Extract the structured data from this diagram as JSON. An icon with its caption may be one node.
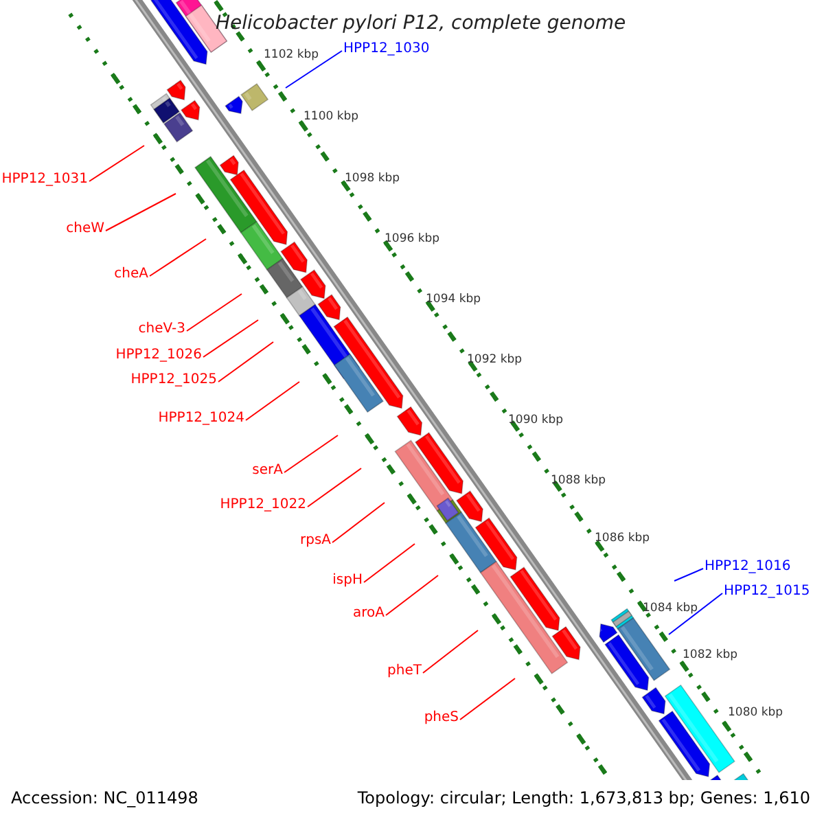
{
  "diagram": {
    "title": "Helicobacter pylori P12, complete genome",
    "nodes": [
      {
        "text": [
          "HPP12_1030"
        ]
      },
      {
        "text": [
          "HPP12_1031"
        ]
      },
      {
        "text": [
          "cheW"
        ]
      },
      {
        "text": [
          "cheA"
        ]
      },
      {
        "text": [
          "cheV-3"
        ]
      },
      {
        "text": [
          "HPP12_1026"
        ]
      },
      {
        "text": [
          "HPP12_1025"
        ]
      },
      {
        "text": [
          "HPP12_1024"
        ]
      },
      {
        "text": [
          "serA"
        ]
      },
      {
        "text": [
          "HPP12_1022"
        ]
      },
      {
        "text": [
          "rpsA"
        ]
      },
      {
        "text": [
          "ispH"
        ]
      },
      {
        "text": [
          "aroA"
        ]
      },
      {
        "text": [
          "pheT"
        ]
      },
      {
        "text": [
          "pheS"
        ]
      },
      {
        "text": [
          "HPP12_1016"
        ]
      },
      {
        "text": [
          "HPP12_1015"
        ]
      }
    ],
    "edges": [
      {
        "from": 0,
        "to": null,
        "arrow": "none",
        "color": "#0000ff"
      },
      {
        "from": 1,
        "to": null,
        "arrow": "none"
      },
      {
        "from": 2,
        "to": null,
        "arrow": "none"
      },
      {
        "from": 3,
        "to": null,
        "arrow": "none"
      },
      {
        "from": 4,
        "to": null,
        "arrow": "none"
      },
      {
        "from": 5,
        "to": null,
        "arrow": "none"
      },
      {
        "from": 6,
        "to": null,
        "arrow": "none"
      },
      {
        "from": 7,
        "to": null,
        "arrow": "none"
      },
      {
        "from": 8,
        "to": null,
        "arrow": "none"
      },
      {
        "from": 9,
        "to": null,
        "arrow": "none"
      },
      {
        "from": 10,
        "to": null,
        "arrow": "none"
      },
      {
        "from": 11,
        "to": null,
        "arrow": "none"
      },
      {
        "from": 12,
        "to": null,
        "arrow": "none"
      },
      {
        "from": 13,
        "to": null,
        "arrow": "none"
      },
      {
        "from": 14,
        "to": null,
        "arrow": "none"
      },
      {
        "from": 15,
        "to": null,
        "arrow": "none",
        "color": "#0000ff"
      },
      {
        "from": 16,
        "to": null,
        "arrow": "none",
        "color": "#0000ff"
      }
    ],
    "labels": [
      "1102 kbp",
      "1100 kbp",
      "1098 kbp",
      "1096 kbp",
      "1094 kbp",
      "1092 kbp",
      "1090 kbp",
      "1088 kbp",
      "1086 kbp",
      "1084 kbp",
      "1082 kbp",
      "1080 kbp",
      "Accession: NC_011498",
      "Topology: circular; Length: 1,673,813 bp; Genes: 1,610"
    ]
  }
}
